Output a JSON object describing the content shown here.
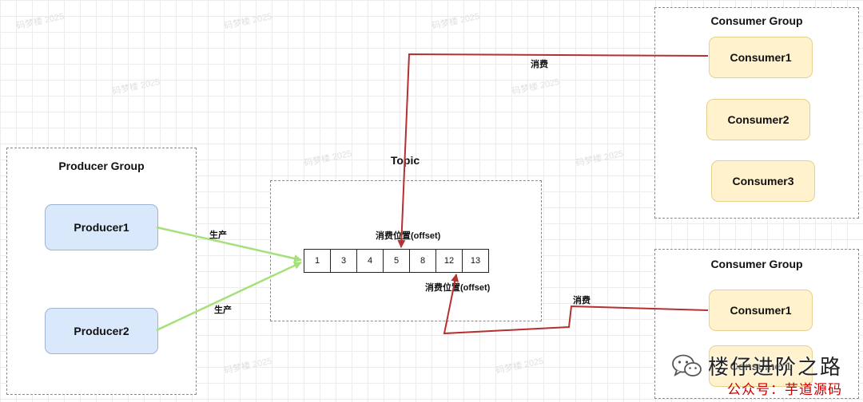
{
  "producer_group": {
    "title": "Producer Group",
    "producers": [
      "Producer1",
      "Producer2"
    ]
  },
  "topic": {
    "title": "Topic",
    "queue": [
      "1",
      "3",
      "4",
      "5",
      "8",
      "12",
      "13"
    ],
    "offset_label_top": "消费位置(offset)",
    "offset_label_bottom": "消费位置(offset)"
  },
  "consumer_group_1": {
    "title": "Consumer Group",
    "consumers": [
      "Consumer1",
      "Consumer2",
      "Consumer3"
    ]
  },
  "consumer_group_2": {
    "title": "Consumer Group",
    "consumers": [
      "Consumer1",
      "Consumer1"
    ]
  },
  "edges": {
    "produce_label_1": "生产",
    "produce_label_2": "生产",
    "consume_label_1": "消费",
    "consume_label_2": "消费"
  },
  "watermark": "码梦楼 2025",
  "overlay": {
    "brand": "楼仔进阶之路",
    "footer": "公众号：芋道源码"
  },
  "colors": {
    "producer_fill": "#dae8fc",
    "consumer_fill": "#fff2cc",
    "produce_arrow": "#a6e07a",
    "consume_arrow": "#b3312f"
  },
  "icons": {
    "wechat": "wechat-icon"
  }
}
